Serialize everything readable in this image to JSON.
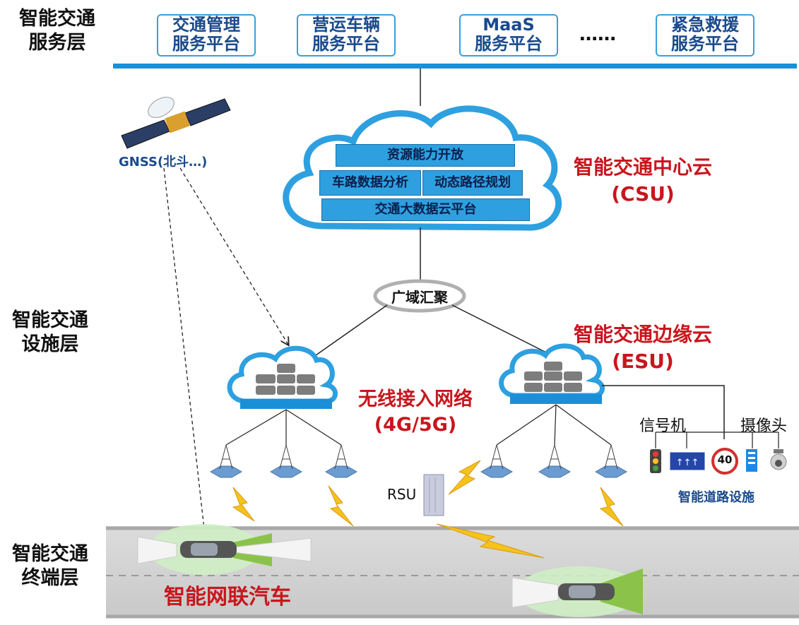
{
  "layers": {
    "service": [
      "智能交通",
      "服务层"
    ],
    "facility": [
      "智能交通",
      "设施层"
    ],
    "terminal": [
      "智能交通",
      "终端层"
    ]
  },
  "platforms": [
    {
      "line1": "交通管理",
      "line2": "服务平台"
    },
    {
      "line1": "营运车辆",
      "line2": "服务平台"
    },
    {
      "line1": "MaaS",
      "line2": "服务平台"
    },
    {
      "line1": "紧急救援",
      "line2": "服务平台"
    }
  ],
  "ellipsis": "……",
  "gnss": "GNSS(北斗…)",
  "cloud": {
    "box1": "资源能力开放",
    "box2a": "车路数据分析",
    "box2b": "动态路径规划",
    "box3": "交通大数据云平台"
  },
  "csu": {
    "name": "智能交通中心云",
    "abbr": "(CSU)"
  },
  "aggregation": "广域汇聚",
  "esu": {
    "name": "智能交通边缘云",
    "abbr": "(ESU)"
  },
  "wireless": {
    "name": "无线接入网络",
    "abbr": "(4G/5G)"
  },
  "rsu": "RSU",
  "signal": "信号机",
  "camera": "摄像头",
  "speed_limit": "40",
  "road_facilities": "智能道路设施",
  "vehicle": "智能网联汽车",
  "colors": {
    "accent_blue": "#1a8fd8",
    "brand_red": "#c8161d",
    "label_blue": "#1a4a8c"
  }
}
